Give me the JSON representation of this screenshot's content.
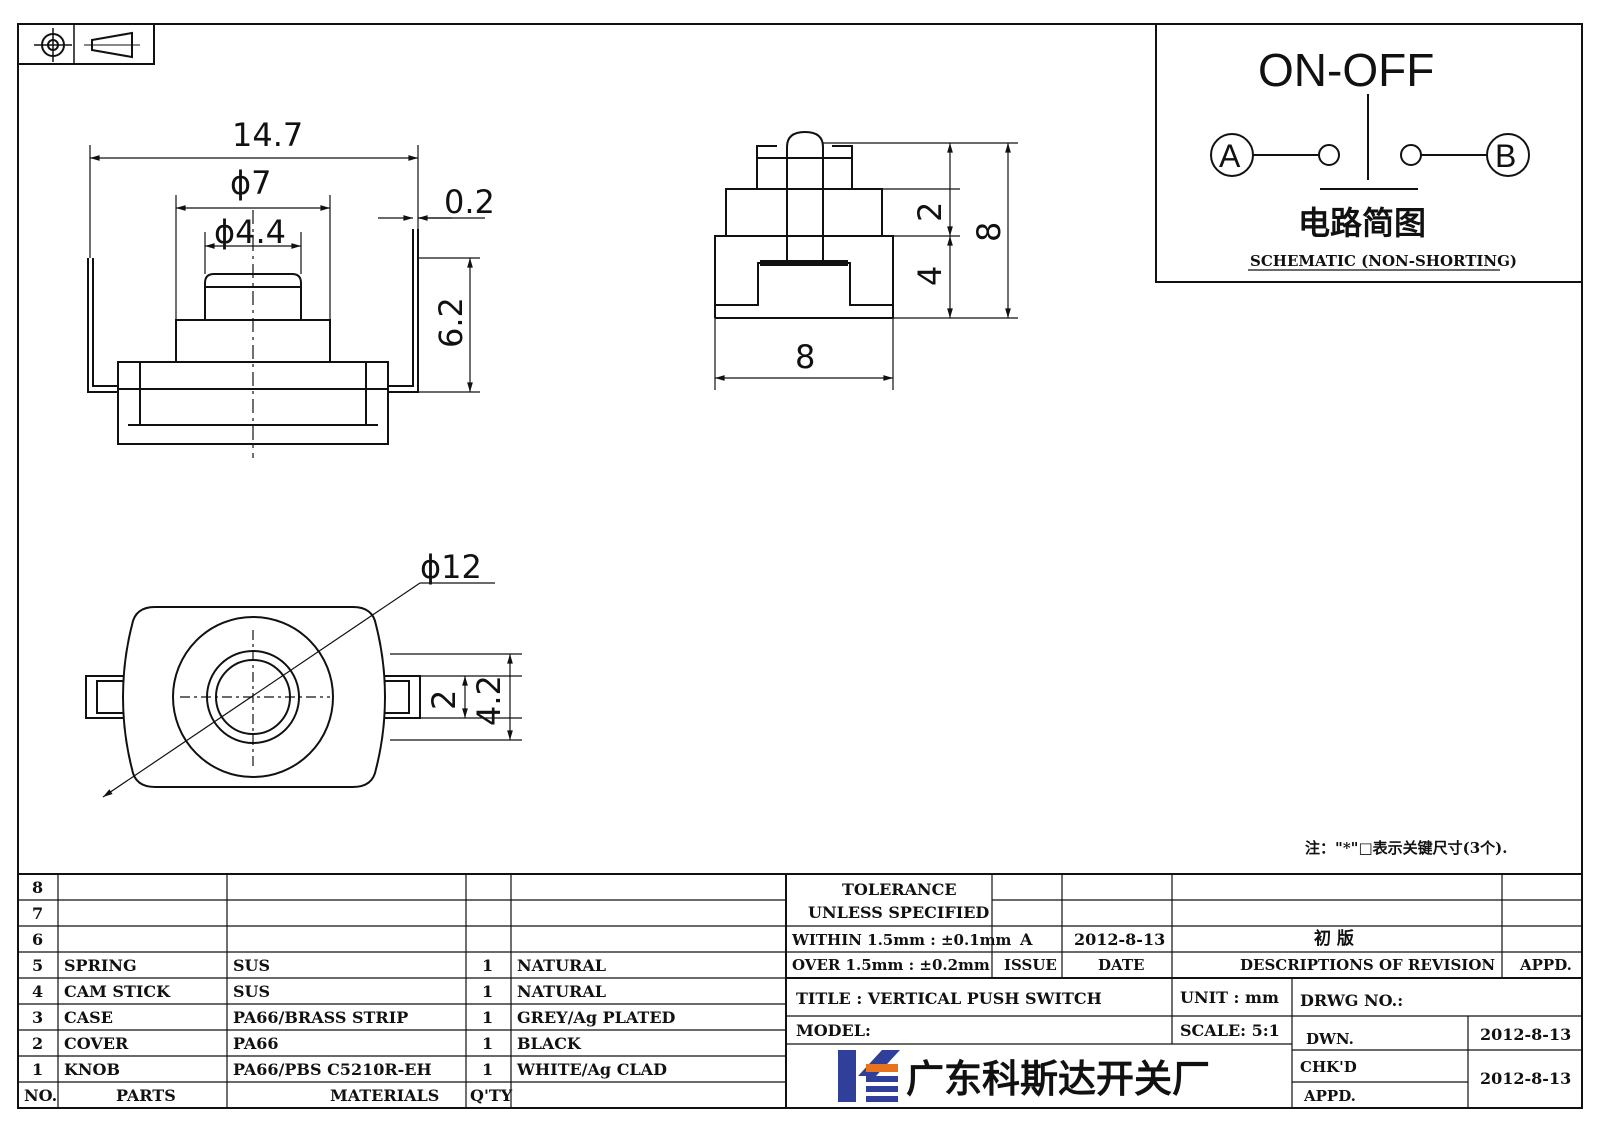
{
  "dimensions": {
    "overall_width": "14.7",
    "phi7": "ϕ7",
    "phi4_4": "ϕ4.4",
    "gap": "0.2",
    "height_6_2": "6.2",
    "side_2": "2",
    "side_4": "4",
    "side_8_h": "8",
    "side_8_w": "8",
    "phi12": "ϕ12",
    "bottom_2": "2",
    "bottom_4_2": "4.2"
  },
  "schematic": {
    "title": "ON-OFF",
    "terminal_a": "A",
    "terminal_b": "B",
    "chinese_label": "电路简图",
    "english_label": "SCHEMATIC (NON-SHORTING)"
  },
  "note": "注：\"*\"□表示关键尺寸(3个).",
  "parts_table": {
    "header": {
      "no": "NO.",
      "parts": "PARTS",
      "materials": "MATERIALS",
      "qty": "Q'TY"
    },
    "rows": [
      {
        "no": "8",
        "part": "",
        "material": "",
        "qty": "",
        "finish": ""
      },
      {
        "no": "7",
        "part": "",
        "material": "",
        "qty": "",
        "finish": ""
      },
      {
        "no": "6",
        "part": "",
        "material": "",
        "qty": "",
        "finish": ""
      },
      {
        "no": "5",
        "part": "SPRING",
        "material": "SUS",
        "qty": "1",
        "finish": "NATURAL"
      },
      {
        "no": "4",
        "part": "CAM STICK",
        "material": "SUS",
        "qty": "1",
        "finish": "NATURAL"
      },
      {
        "no": "3",
        "part": "CASE",
        "material": "PA66/BRASS STRIP",
        "qty": "1",
        "finish": "GREY/Ag PLATED"
      },
      {
        "no": "2",
        "part": "COVER",
        "material": "PA66",
        "qty": "1",
        "finish": "BLACK"
      },
      {
        "no": "1",
        "part": "KNOB",
        "material": "PA66/PBS C5210R-EH",
        "qty": "1",
        "finish": "WHITE/Ag CLAD"
      }
    ]
  },
  "title_block": {
    "tolerance_1": "TOLERANCE",
    "tolerance_2": "UNLESS  SPECIFIED",
    "tolerance_3": "WITHIN 1.5mm : ±0.1mm",
    "tolerance_4": "OVER 1.5mm : ±0.2mm",
    "rev_issue": "A",
    "rev_date": "2012-8-13",
    "rev_desc": "初 版",
    "hdr_issue": "ISSUE",
    "hdr_date": "DATE",
    "hdr_desc": "DESCRIPTIONS OF REVISION",
    "hdr_appd": "APPD.",
    "title": "TITLE :  VERTICAL PUSH SWITCH",
    "unit": "UNIT :  mm",
    "drwg_no": "DRWG NO.:",
    "model": "MODEL:",
    "scale": "SCALE:  5:1",
    "dwn": "DWN.",
    "dwn_date": "2012-8-13",
    "chkd": "CHK'D",
    "chk_date": "2012-8-13",
    "appd": "APPD.",
    "company": "广东科斯达开关厂",
    "logo_colors": {
      "blue": "#2f3f9a",
      "orange": "#e8731d"
    }
  }
}
